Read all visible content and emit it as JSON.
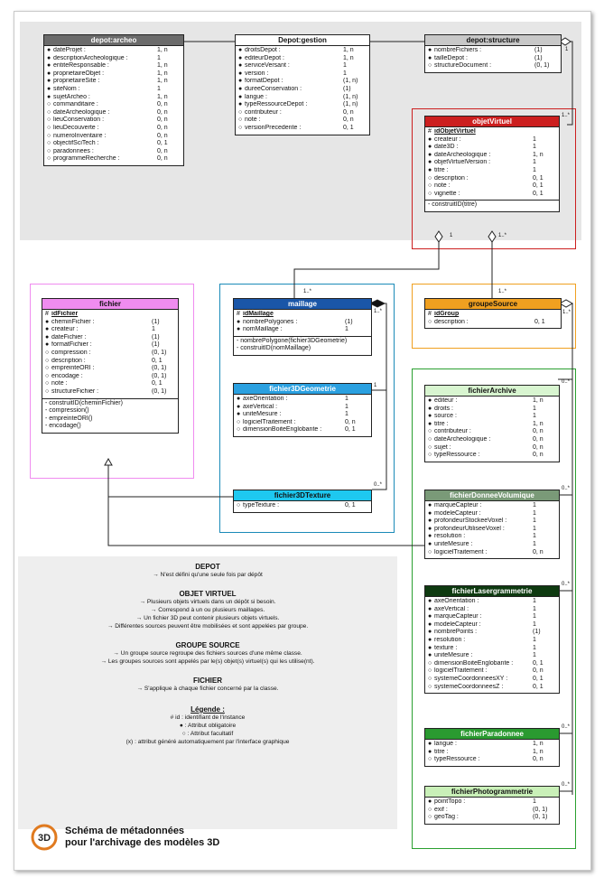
{
  "classes": {
    "depot_archeo": {
      "title": "depot:archeo",
      "attrs": [
        {
          "s": "●",
          "n": "dateProjet :",
          "m": "1, n"
        },
        {
          "s": "●",
          "n": "descriptionArcheologique :",
          "m": "1"
        },
        {
          "s": "●",
          "n": "entiteResponsable :",
          "m": "1, n"
        },
        {
          "s": "●",
          "n": "proprietaireObjet :",
          "m": "1, n"
        },
        {
          "s": "●",
          "n": "proprietaireSite :",
          "m": "1, n"
        },
        {
          "s": "●",
          "n": "siteNom :",
          "m": "1"
        },
        {
          "s": "●",
          "n": "sujetArcheo :",
          "m": "1, n"
        },
        {
          "s": "○",
          "n": "commanditaire :",
          "m": "0, n"
        },
        {
          "s": "○",
          "n": "dateArcheologique :",
          "m": "0, n"
        },
        {
          "s": "○",
          "n": "lieuConservation :",
          "m": "0, n"
        },
        {
          "s": "○",
          "n": "lieuDecouverte :",
          "m": "0, n"
        },
        {
          "s": "○",
          "n": "numeroInventaire :",
          "m": "0, n"
        },
        {
          "s": "○",
          "n": "objectifSciTech :",
          "m": "0, 1"
        },
        {
          "s": "○",
          "n": "paradonnees :",
          "m": "0, n"
        },
        {
          "s": "○",
          "n": "programmeRecherche :",
          "m": "0, n"
        }
      ]
    },
    "depot_gestion": {
      "title": "Depot:gestion",
      "attrs": [
        {
          "s": "●",
          "n": "droitsDepot :",
          "m": "1, n"
        },
        {
          "s": "●",
          "n": "editeurDepot :",
          "m": "1, n"
        },
        {
          "s": "●",
          "n": "serviceVersant :",
          "m": "1"
        },
        {
          "s": "●",
          "n": "version :",
          "m": "1"
        },
        {
          "s": "●",
          "n": "formatDepot :",
          "m": "(1, n)"
        },
        {
          "s": "●",
          "n": "dureeConservation :",
          "m": "(1)"
        },
        {
          "s": "●",
          "n": "langue :",
          "m": "(1, n)"
        },
        {
          "s": "●",
          "n": "typeRessourceDepot :",
          "m": "(1, n)"
        },
        {
          "s": "○",
          "n": "contributeur :",
          "m": "0, n"
        },
        {
          "s": "○",
          "n": "note :",
          "m": "0, n"
        },
        {
          "s": "○",
          "n": "versionPrecedente :",
          "m": "0, 1"
        }
      ]
    },
    "depot_structure": {
      "title": "depot:structure",
      "attrs": [
        {
          "s": "●",
          "n": "nombreFichiers :",
          "m": "(1)"
        },
        {
          "s": "●",
          "n": "tailleDepot :",
          "m": "(1)"
        },
        {
          "s": "○",
          "n": "structureDocument :",
          "m": "(0, 1)"
        }
      ]
    },
    "objet_virtuel": {
      "title": "objetVirtuel",
      "id": "idObjetVirtuel",
      "attrs": [
        {
          "s": "●",
          "n": "createur :",
          "m": "1"
        },
        {
          "s": "●",
          "n": "date3D :",
          "m": "1"
        },
        {
          "s": "●",
          "n": "dateArcheologique :",
          "m": "1, n"
        },
        {
          "s": "●",
          "n": "objetVirtuelVersion :",
          "m": "1"
        },
        {
          "s": "●",
          "n": "titre :",
          "m": "1"
        },
        {
          "s": "○",
          "n": "description :",
          "m": "0, 1"
        },
        {
          "s": "○",
          "n": "note :",
          "m": "0, 1"
        },
        {
          "s": "○",
          "n": "vignette :",
          "m": "0, 1"
        }
      ],
      "ops": [
        "- construitID(titre)"
      ]
    },
    "fichier": {
      "title": "fichier",
      "id": "idFichier",
      "attrs": [
        {
          "s": "●",
          "n": "cheminFichier :",
          "m": "(1)"
        },
        {
          "s": "●",
          "n": "createur :",
          "m": "1"
        },
        {
          "s": "●",
          "n": "dateFichier :",
          "m": "(1)"
        },
        {
          "s": "●",
          "n": "formatFichier :",
          "m": "(1)"
        },
        {
          "s": "○",
          "n": "compression :",
          "m": "(0, 1)"
        },
        {
          "s": "○",
          "n": "description :",
          "m": "0, 1"
        },
        {
          "s": "○",
          "n": "empreinteORI :",
          "m": "(0, 1)"
        },
        {
          "s": "○",
          "n": "encodage :",
          "m": "(0, 1)"
        },
        {
          "s": "○",
          "n": "note :",
          "m": "0, 1"
        },
        {
          "s": "○",
          "n": "structureFichier :",
          "m": "(0, 1)"
        }
      ],
      "ops": [
        "- construitID(cheminFichier)",
        "- compression()",
        "- empreinteORI()",
        "- encodage()"
      ]
    },
    "maillage": {
      "title": "maillage",
      "id": "idMaillage",
      "attrs": [
        {
          "s": "●",
          "n": "nombrePolygones :",
          "m": "(1)"
        },
        {
          "s": "●",
          "n": "nomMaillage :",
          "m": "1"
        }
      ],
      "ops": [
        "- nombrePolygone(fichier3DGeometrie)",
        "- construitID(nomMaillage)"
      ]
    },
    "fichier3DGeometrie": {
      "title": "fichier3DGeometrie",
      "attrs": [
        {
          "s": "●",
          "n": "axeOrientation :",
          "m": "1"
        },
        {
          "s": "●",
          "n": "axeVertical :",
          "m": "1"
        },
        {
          "s": "●",
          "n": "uniteMesure :",
          "m": "1"
        },
        {
          "s": "○",
          "n": "logicielTraitement :",
          "m": "0, n"
        },
        {
          "s": "○",
          "n": "dimensionBoiteEnglobante :",
          "m": "0, 1"
        }
      ]
    },
    "fichier3DTexture": {
      "title": "fichier3DTexture",
      "attrs": [
        {
          "s": "○",
          "n": "typeTexture :",
          "m": "0, 1"
        }
      ]
    },
    "groupeSource": {
      "title": "groupeSource",
      "id": "idGroup",
      "attrs": [
        {
          "s": "○",
          "n": "description :",
          "m": "0, 1"
        }
      ]
    },
    "fichierArchive": {
      "title": "fichierArchive",
      "attrs": [
        {
          "s": "●",
          "n": "editeur :",
          "m": "1, n"
        },
        {
          "s": "●",
          "n": "droits :",
          "m": "1"
        },
        {
          "s": "●",
          "n": "source :",
          "m": "1"
        },
        {
          "s": "●",
          "n": "titre :",
          "m": "1, n"
        },
        {
          "s": "○",
          "n": "contributeur :",
          "m": "0, n"
        },
        {
          "s": "○",
          "n": "dateArcheologique :",
          "m": "0, n"
        },
        {
          "s": "○",
          "n": "sujet :",
          "m": "0, n"
        },
        {
          "s": "○",
          "n": "typeRessource :",
          "m": "0, n"
        }
      ]
    },
    "fichierDonneeVolumique": {
      "title": "fichierDonneeVolumique",
      "attrs": [
        {
          "s": "●",
          "n": "marqueCapteur :",
          "m": "1"
        },
        {
          "s": "●",
          "n": "modeleCapteur :",
          "m": "1"
        },
        {
          "s": "●",
          "n": "profondeurStockeeVoxel :",
          "m": "1"
        },
        {
          "s": "●",
          "n": "profondeurUtiliseeVoxel :",
          "m": "1"
        },
        {
          "s": "●",
          "n": "resolution :",
          "m": "1"
        },
        {
          "s": "●",
          "n": "uniteMesure :",
          "m": "1"
        },
        {
          "s": "○",
          "n": "logicielTraitement :",
          "m": "0, n"
        }
      ]
    },
    "fichierLasergrammetrie": {
      "title": "fichierLasergrammetrie",
      "attrs": [
        {
          "s": "●",
          "n": "axeOrientation :",
          "m": "1"
        },
        {
          "s": "●",
          "n": "axeVertical :",
          "m": "1"
        },
        {
          "s": "●",
          "n": "marqueCapteur :",
          "m": "1"
        },
        {
          "s": "●",
          "n": "modeleCapteur :",
          "m": "1"
        },
        {
          "s": "●",
          "n": "nombrePoints :",
          "m": "(1)"
        },
        {
          "s": "●",
          "n": "resolution :",
          "m": "1"
        },
        {
          "s": "●",
          "n": "texture :",
          "m": "1"
        },
        {
          "s": "●",
          "n": "uniteMesure :",
          "m": "1"
        },
        {
          "s": "○",
          "n": "dimensionBoiteEnglobante :",
          "m": "0, 1"
        },
        {
          "s": "○",
          "n": "logicielTraitement :",
          "m": "0, n"
        },
        {
          "s": "○",
          "n": "systemeCoordonneesXY :",
          "m": "0, 1"
        },
        {
          "s": "○",
          "n": "systemeCoordonneesZ :",
          "m": "0, 1"
        }
      ]
    },
    "fichierParadonnee": {
      "title": "fichierParadonnee",
      "attrs": [
        {
          "s": "●",
          "n": "langue :",
          "m": "1, n"
        },
        {
          "s": "●",
          "n": "titre :",
          "m": "1, n"
        },
        {
          "s": "○",
          "n": "typeRessource :",
          "m": "0, n"
        }
      ]
    },
    "fichierPhotogrammetrie": {
      "title": "fichierPhotogrammetrie",
      "attrs": [
        {
          "s": "●",
          "n": "pointTopo :",
          "m": "1"
        },
        {
          "s": "○",
          "n": "exif :",
          "m": "(0, 1)"
        },
        {
          "s": "○",
          "n": "geoTag :",
          "m": "(0, 1)"
        }
      ]
    }
  },
  "multiplicities": {
    "structure_right": "1",
    "ov_top": "1..*",
    "ov_left": "1",
    "ov_right": "1..*",
    "maillage_top": "1..*",
    "maillage_right": "1..*",
    "geom_right": "1",
    "texture_right": "0..*",
    "groupe_top": "1..*",
    "groupe_right": "1..*",
    "archive_right": "0..*",
    "volum_right": "0..*",
    "laser_right": "0..*",
    "para_right": "0..*",
    "photo_right": "0..*"
  },
  "legend": {
    "depot_title": "DEPOT",
    "depot_lines": [
      "→ N'est défini qu'une seule fois par dépôt"
    ],
    "ov_title": "OBJET VIRTUEL",
    "ov_lines": [
      "→ Plusieurs objets virtuels dans un dépôt si besoin.",
      "→ Correspond à un ou plusieurs maillages.",
      "→ Un fichier 3D peut contenir plusieurs objets virtuels.",
      "→ Différentes sources peuvent être mobilisées et sont appelées par groupe."
    ],
    "gs_title": "GROUPE SOURCE",
    "gs_lines": [
      "→ Un groupe source regroupe des fichiers sources d'une même classe.",
      "→ Les groupes sources sont appelés par le(s) objet(s) virtuel(s) qui les utilise(nt)."
    ],
    "f_title": "FICHIER",
    "f_lines": [
      "→ S'applique à chaque fichier concerné par la classe."
    ],
    "key_title": "Légende :",
    "key_id": "# id : identifiant de l'instance",
    "key_mand": "● : Attribut obligatoire",
    "key_opt": "○ : Attribut facultatif",
    "key_auto": "(x) : attribut généré automatiquement par l'interface graphique"
  },
  "footer": {
    "logo_text": "3D",
    "line1": "Schéma de métadonnées",
    "line2": "pour l'archivage des modèles 3D"
  },
  "colors": {
    "depot_header": "#6b6b6b",
    "depot_structure_header": "#c8c8c8",
    "objet_virtuel": "#cc1f1f",
    "fichier": "#f08cf0",
    "maillage": "#1a56a8",
    "geometrie": "#2aa0e0",
    "texture": "#1ec8f0",
    "groupe": "#f0a020",
    "archive_header": "#d8f5d0",
    "volumique_header": "#7a9a78",
    "laser_header": "#0e3a10",
    "paradonnee_header": "#2a9a30",
    "photo_header": "#c9f0b8"
  }
}
